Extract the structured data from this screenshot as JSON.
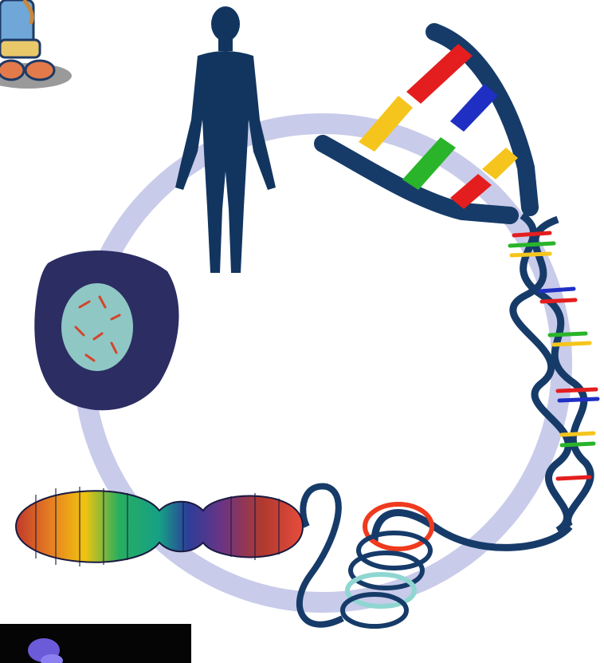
{
  "figure": {
    "stages": [
      {
        "id": "human",
        "icon": "human-body-silhouette-icon"
      },
      {
        "id": "dna-base-pairs",
        "icon": "dna-base-pair-ladder-icon"
      },
      {
        "id": "double-helix",
        "icon": "dna-double-helix-icon"
      },
      {
        "id": "coiled-chromatin",
        "icon": "chromatin-coil-icon"
      },
      {
        "id": "chromosome",
        "icon": "banded-chromosome-icon"
      },
      {
        "id": "cell",
        "icon": "cell-with-nucleus-icon"
      }
    ],
    "colors": {
      "cycle_ring": "#c9cbea",
      "silhouette": "#12355f",
      "dna_backbone": "#163b69",
      "base_red": "#e41e1e",
      "base_blue": "#1f2fc4",
      "base_green": "#29b42a",
      "base_yellow": "#f5c51d",
      "cell_body": "#2c2d63",
      "nucleus": "#8fc7c4",
      "coil_red": "#ef3a1e",
      "coil_teal": "#8fd6d1"
    },
    "decorations": [
      {
        "id": "cartoon-character",
        "icon": "cartoon-character-icon"
      },
      {
        "id": "micrograph-thumbnail",
        "icon": "microscope-photo-icon"
      }
    ]
  }
}
